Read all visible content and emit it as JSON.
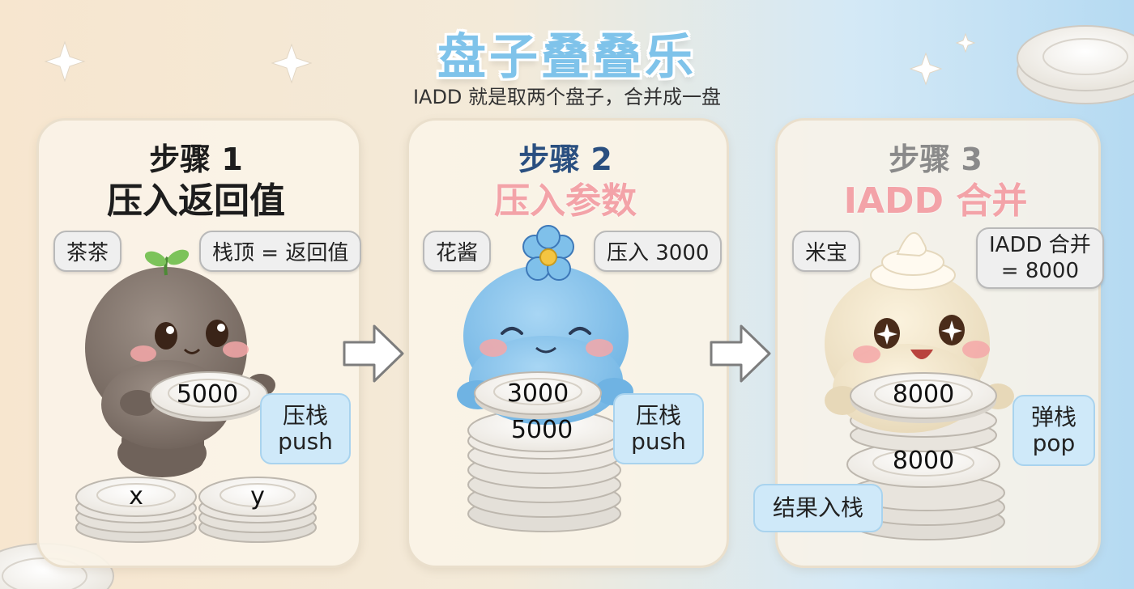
{
  "title": "盘子叠叠乐",
  "subtitle": "IADD 就是取两个盘子，合并成一盘",
  "colors": {
    "title": "#7fc3ea",
    "pink": "#f3a3a8",
    "blue": "#2a4f80",
    "grey": "#7d7d7d",
    "dark": "#1d1d1d"
  },
  "steps": [
    {
      "step": "步骤 1",
      "name": "压入返回值",
      "character": "茶茶",
      "bubble": "栈顶 = 返回值",
      "held_plate": "5000",
      "action_line1": "压栈",
      "action_line2": "push",
      "plate_x": "x",
      "plate_y": "y"
    },
    {
      "step": "步骤 2",
      "name": "压入参数",
      "character": "花酱",
      "bubble": "压入 3000",
      "top_plate": "3000",
      "second_plate": "5000",
      "action_line1": "压栈",
      "action_line2": "push"
    },
    {
      "step": "步骤 3",
      "name": "IADD 合并",
      "character": "米宝",
      "bubble_line1": "IADD 合并",
      "bubble_line2": "= 8000",
      "top_plate": "8000",
      "second_plate": "8000",
      "action_line1": "弹栈",
      "action_line2": "pop",
      "result_label": "结果入栈"
    }
  ],
  "icons": [
    "sparkle-icon",
    "arrow-right-icon",
    "sprout-icon",
    "flower-icon",
    "cream-icon",
    "plate-icon"
  ]
}
